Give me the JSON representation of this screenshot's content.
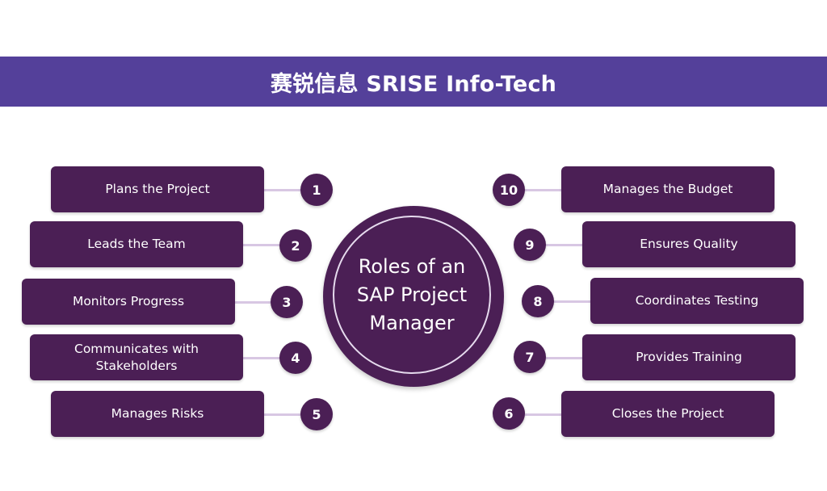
{
  "banner": {
    "title": "赛锐信息 SRISE Info-Tech"
  },
  "center": {
    "title": "Roles of an SAP Project Manager"
  },
  "roles": [
    {
      "number": "1",
      "label": "Plans the Project"
    },
    {
      "number": "2",
      "label": "Leads the Team"
    },
    {
      "number": "3",
      "label": "Monitors Progress"
    },
    {
      "number": "4",
      "label": "Communicates with Stakeholders"
    },
    {
      "number": "5",
      "label": "Manages Risks"
    },
    {
      "number": "6",
      "label": "Closes the Project"
    },
    {
      "number": "7",
      "label": "Provides Training"
    },
    {
      "number": "8",
      "label": "Coordinates Testing"
    },
    {
      "number": "9",
      "label": "Ensures Quality"
    },
    {
      "number": "10",
      "label": "Manages the Budget"
    }
  ],
  "colors": {
    "banner": "#54409a",
    "box": "#4b1f55",
    "connector": "#d8c7e3"
  }
}
